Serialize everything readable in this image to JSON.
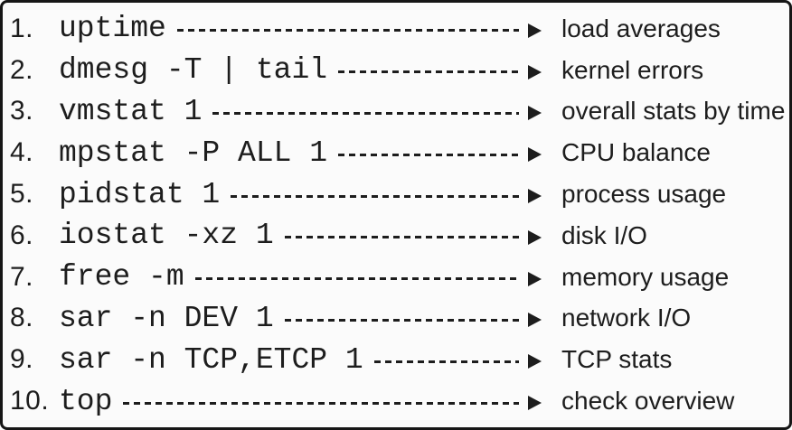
{
  "colors": {
    "background": "#fbfbfb",
    "border": "#161616",
    "ink": "#1d1d1d"
  },
  "figure": {
    "type": "command-checklist-diagram",
    "rows": [
      {
        "num": "1.",
        "command": "uptime",
        "description": "load averages"
      },
      {
        "num": "2.",
        "command": "dmesg -T | tail",
        "description": "kernel errors"
      },
      {
        "num": "3.",
        "command": "vmstat 1",
        "description": "overall stats by time"
      },
      {
        "num": "4.",
        "command": "mpstat -P ALL 1",
        "description": "CPU balance"
      },
      {
        "num": "5.",
        "command": "pidstat 1",
        "description": "process usage"
      },
      {
        "num": "6.",
        "command": "iostat -xz 1",
        "description": "disk I/O"
      },
      {
        "num": "7.",
        "command": "free -m",
        "description": "memory usage"
      },
      {
        "num": "8.",
        "command": "sar -n DEV 1",
        "description": "network I/O"
      },
      {
        "num": "9.",
        "command": "sar -n TCP,ETCP 1",
        "description": "TCP stats"
      },
      {
        "num": "10.",
        "command": "top",
        "description": "check overview"
      }
    ]
  }
}
